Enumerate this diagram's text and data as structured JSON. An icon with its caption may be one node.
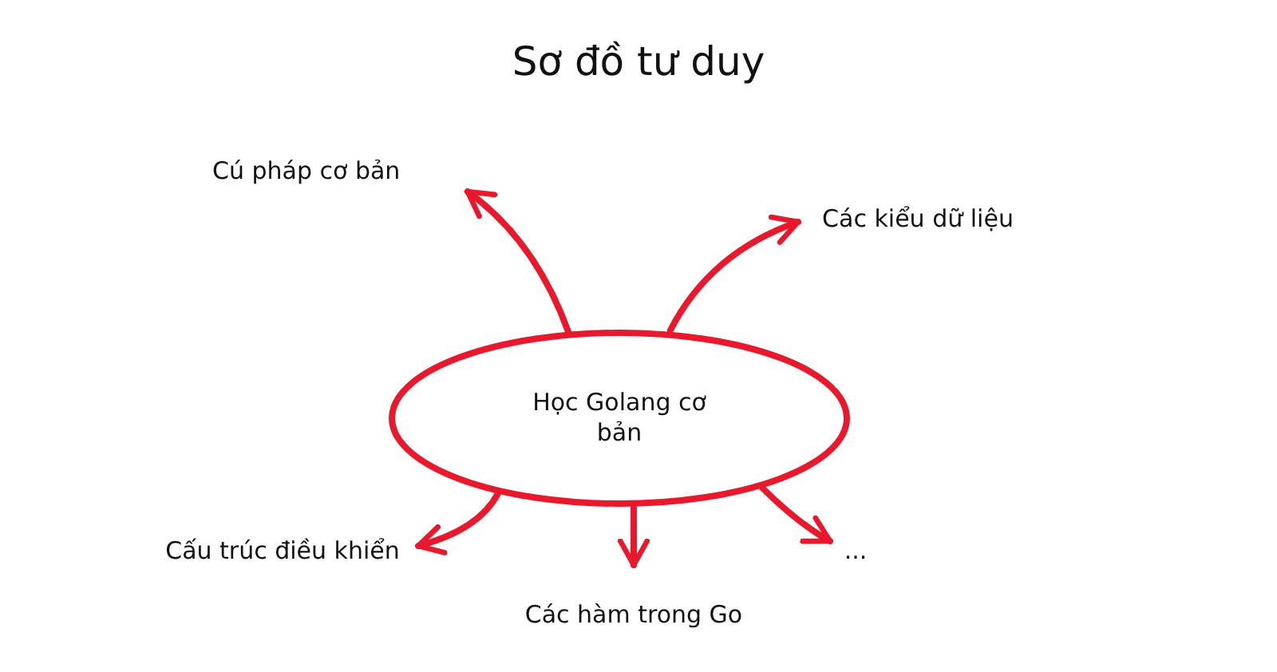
{
  "diagram": {
    "title": "Sơ đồ tư duy",
    "nodes": [
      {
        "text": [
          "Học Golang cơ bản"
        ]
      },
      {
        "text": [
          "Cú pháp cơ bản"
        ]
      },
      {
        "text": [
          "Các kiểu dữ liệu"
        ]
      },
      {
        "text": [
          "Cấu trúc điều khiển"
        ]
      },
      {
        "text": [
          "Các hàm trong Go"
        ]
      },
      {
        "text": [
          "..."
        ]
      }
    ],
    "edges": [
      {
        "from": 0,
        "to": 1,
        "arrow": "to"
      },
      {
        "from": 0,
        "to": 2,
        "arrow": "to"
      },
      {
        "from": 0,
        "to": 3,
        "arrow": "to"
      },
      {
        "from": 0,
        "to": 4,
        "arrow": "to"
      },
      {
        "from": 0,
        "to": 5,
        "arrow": "to"
      }
    ]
  }
}
